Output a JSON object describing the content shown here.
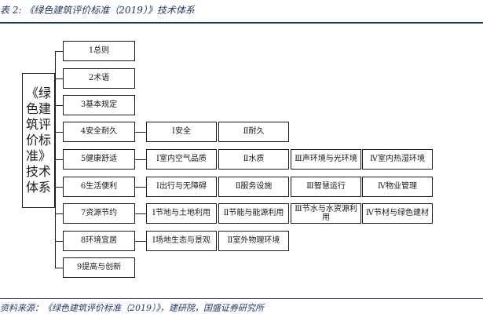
{
  "caption": "表 2: 《绿色建筑评价标准（2019）》技术体系",
  "source": "资料来源：《绿色建筑评价标准（2019）》，建研院，国盛证券研究所",
  "root": [
    "《绿",
    "色建",
    "筑评",
    "价标",
    "准》",
    "技术",
    "体系"
  ],
  "categories": [
    {
      "label": "1总则",
      "items": []
    },
    {
      "label": "2术语",
      "items": []
    },
    {
      "label": "3基本规定",
      "items": []
    },
    {
      "label": "4安全耐久",
      "items": [
        "Ⅰ安全",
        "Ⅱ耐久"
      ]
    },
    {
      "label": "5健康舒适",
      "items": [
        "Ⅰ室内空气品质",
        "Ⅱ水质",
        "Ⅲ声环境与光环境",
        "Ⅳ室内热湿环境"
      ]
    },
    {
      "label": "6生活便利",
      "items": [
        "Ⅰ出行与无障碍",
        "Ⅱ服务设施",
        "Ⅲ智慧运行",
        "Ⅳ物业管理"
      ]
    },
    {
      "label": "7资源节约",
      "items": [
        "Ⅰ节地与土地利用",
        "Ⅱ节能与能源利用",
        "Ⅲ节水与水资源利用",
        "Ⅳ节材与绿色建材"
      ]
    },
    {
      "label": "8环境宜居",
      "items": [
        "Ⅰ场地生态与景观",
        "Ⅱ室外物理环境"
      ]
    },
    {
      "label": "9提高与创新",
      "items": []
    }
  ]
}
